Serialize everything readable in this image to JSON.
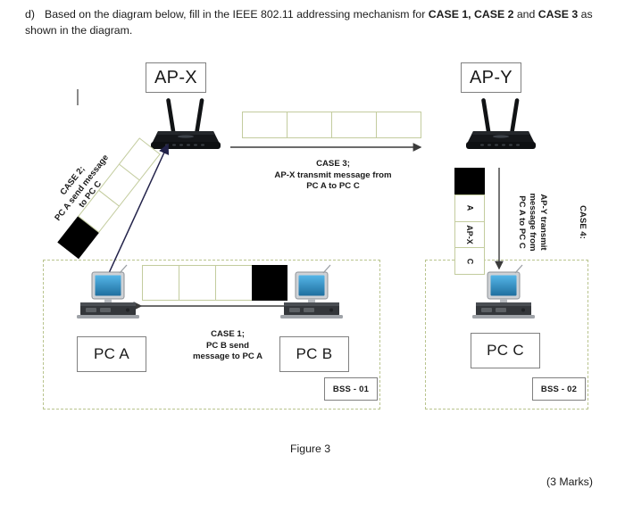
{
  "question": {
    "label": "d)",
    "part1": "Based on the diagram below, fill in the IEEE 802.11 addressing mechanism for ",
    "bold1": "CASE 1, CASE 2",
    "part2": " and ",
    "bold2": "CASE 3",
    "part3": " as shown in the diagram."
  },
  "diagram": {
    "access_points": [
      {
        "id": "ap-x",
        "label": "AP-X"
      },
      {
        "id": "ap-y",
        "label": "AP-Y"
      }
    ],
    "computers": [
      {
        "id": "pc-a",
        "label": "PC A"
      },
      {
        "id": "pc-b",
        "label": "PC B"
      },
      {
        "id": "pc-c",
        "label": "PC C"
      }
    ],
    "bss_regions": [
      {
        "id": "bss-01",
        "label": "BSS - 01"
      },
      {
        "id": "bss-02",
        "label": "BSS - 02"
      }
    ],
    "cases": [
      {
        "id": "case-1",
        "title": "CASE 1;",
        "line2": "PC B send",
        "line3": "message to PC A",
        "cells": [
          "",
          "",
          "",
          "FILLED"
        ]
      },
      {
        "id": "case-2",
        "title": "CASE 2;",
        "line2": "PC A send message",
        "line3": "to PC C",
        "cells": [
          "",
          "",
          "",
          "FILLED"
        ]
      },
      {
        "id": "case-3",
        "title": "CASE 3;",
        "line2": "AP-X transmit message from",
        "line3": "PC A to PC C",
        "cells": [
          "",
          "",
          "",
          ""
        ]
      },
      {
        "id": "case-4",
        "title": "CASE 4:",
        "line2": "AP-Y transmit",
        "line3": "message from",
        "line4": "PC A to PC C",
        "cells": [
          "FILLED",
          "A",
          "AP-X",
          "C"
        ]
      }
    ],
    "cell_values": {
      "case4_black": "",
      "case4_a": "A",
      "case4_apx": "AP-X",
      "case4_c": "C"
    }
  },
  "footer": {
    "figure_caption": "Figure 3",
    "marks": "(3 Marks)"
  },
  "colors": {
    "cell_border": "#c3cc9e",
    "bss_border": "#b9c48e",
    "box_border": "#808080",
    "arrow": "#3b3b3b",
    "arrow_diagonal": "#23234a",
    "filled_cell": "#000000",
    "text": "#1a1a1a"
  }
}
